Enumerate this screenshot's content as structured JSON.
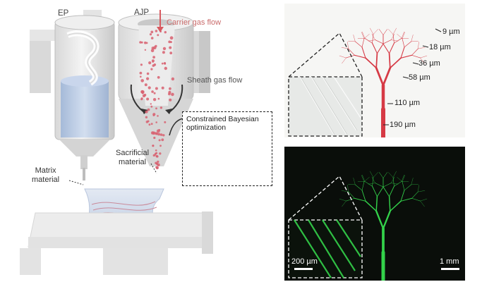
{
  "printer": {
    "ep_label": "EP",
    "ajp_label": "AJP",
    "carrier_gas_label": "Carrier gas flow",
    "sheath_gas_label": "Sheath gas flow",
    "sacrificial_label_line1": "Sacrificial",
    "sacrificial_label_line2": "material",
    "matrix_label_line1": "Matrix",
    "matrix_label_line2": "material"
  },
  "optimization": {
    "title_line1": "Constrained Bayesian",
    "title_line2": "optimization"
  },
  "vessel_tree": {
    "measurements": [
      "9 µm",
      "18 µm",
      "36 µm",
      "58 µm",
      "110 µm",
      "190 µm"
    ]
  },
  "fluorescence": {
    "scale_inset": "200 µm",
    "scale_main": "1 mm"
  },
  "colors": {
    "vessel_red": "#d63a45",
    "fluor_green": "#33d24a",
    "carrier_arrow": "#d85a60"
  }
}
